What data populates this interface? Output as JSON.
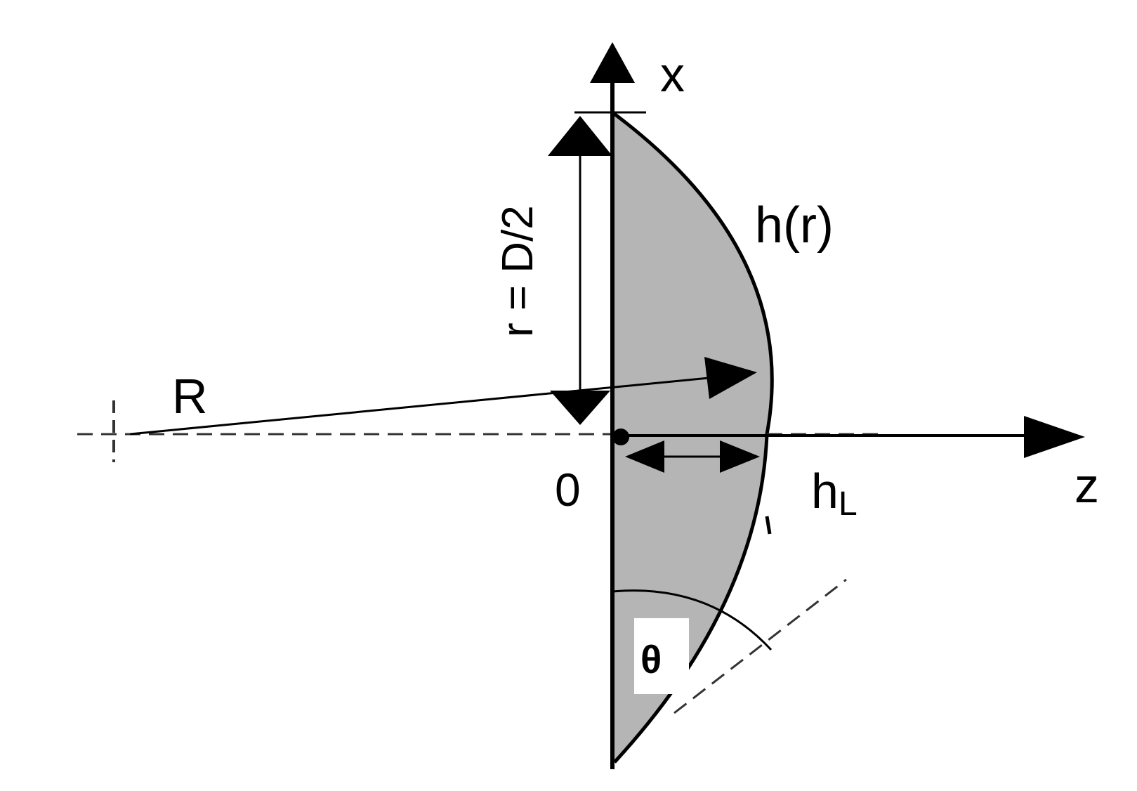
{
  "labels": {
    "x_axis": "x",
    "z_axis": "z",
    "origin": "0",
    "radius": "R",
    "aperture": "r = D/2",
    "profile": "h(r)",
    "thickness_main": "h",
    "thickness_sub": "L",
    "angle": "θ"
  },
  "colors": {
    "lens_fill": "#b5b5b5",
    "stroke": "#000000",
    "background": "#ffffff"
  }
}
